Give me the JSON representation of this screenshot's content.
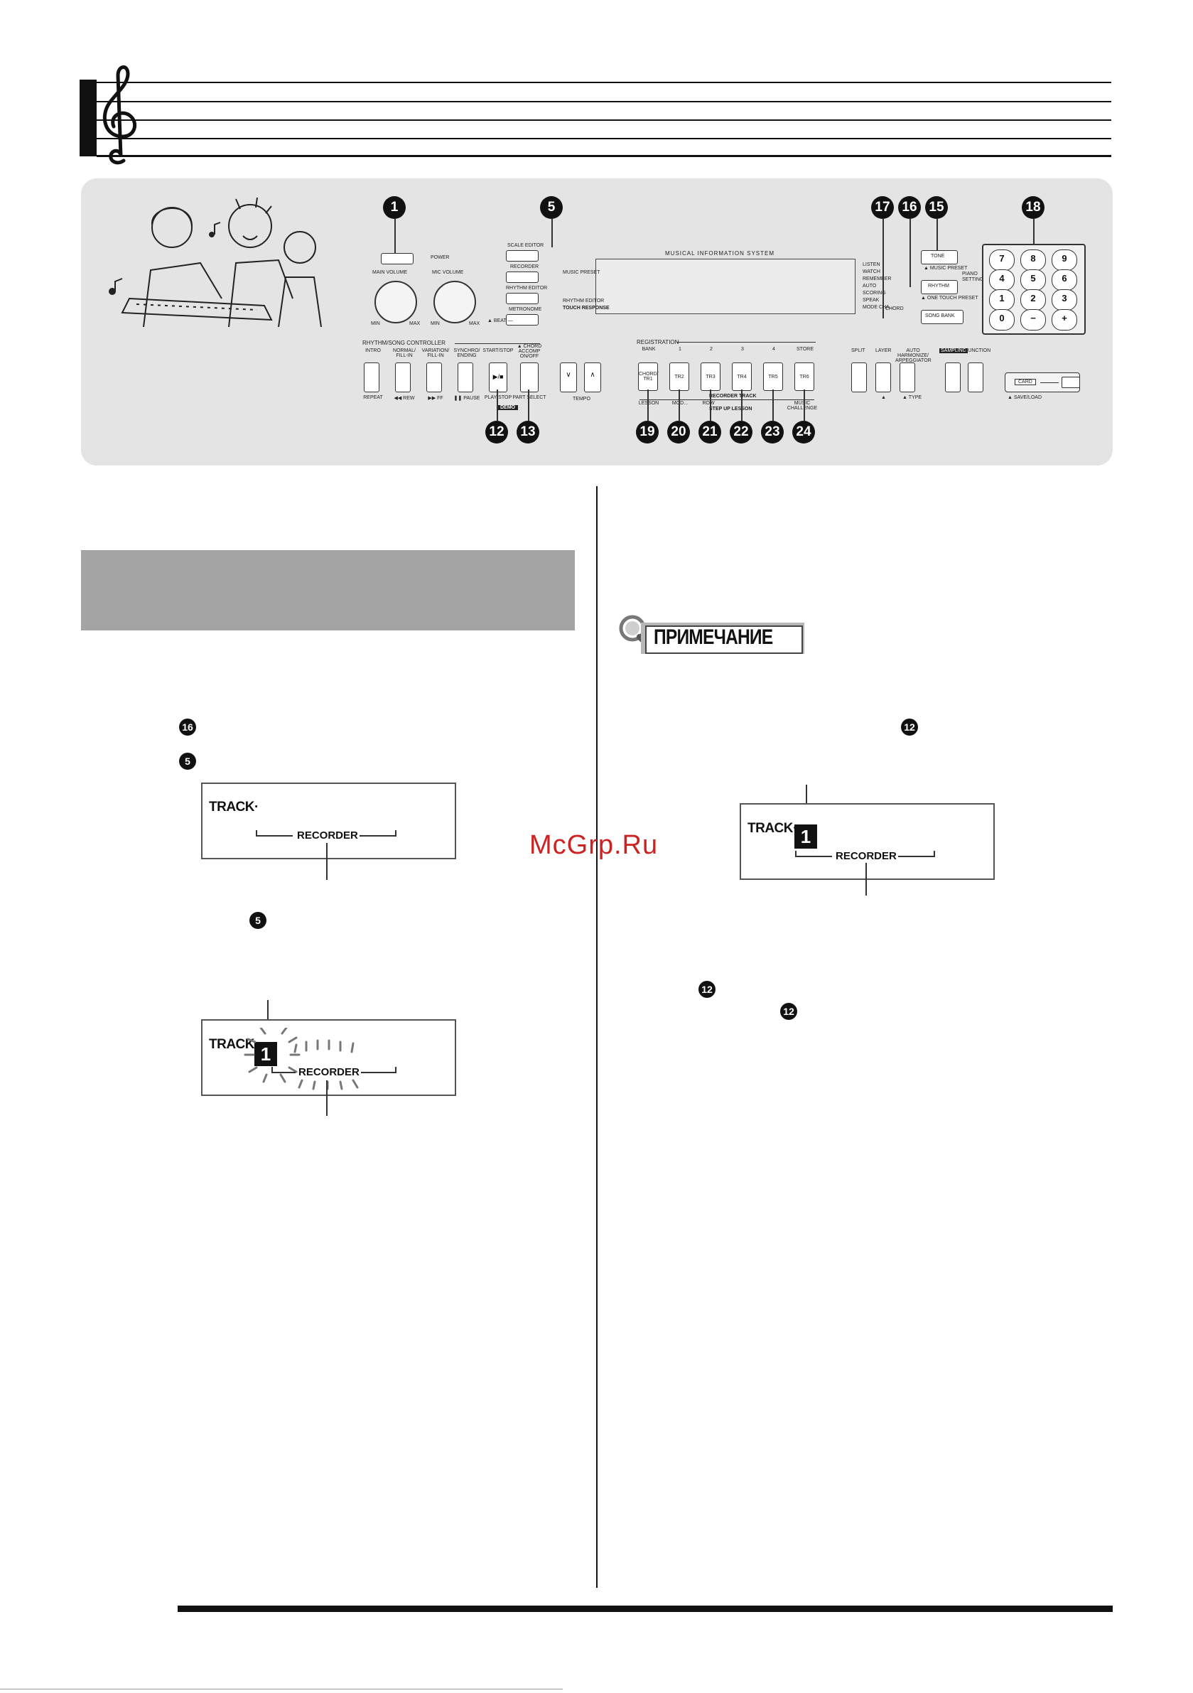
{
  "panel": {
    "callouts_top": [
      "1",
      "5",
      "17",
      "16",
      "15",
      "18"
    ],
    "callouts_bottom": [
      "12",
      "13",
      "19",
      "20",
      "21",
      "22",
      "23",
      "24"
    ],
    "power_label": "POWER",
    "main_volume": "MAIN VOLUME",
    "mic_volume": "MIC VOLUME",
    "min_label": "MIN",
    "max_label": "MAX",
    "editor_buttons": [
      "SCALE EDITOR",
      "RECORDER",
      "RHYTHM EDITOR",
      "METRONOME"
    ],
    "beat_label": "▲ BEAT —",
    "screen_title": "MUSICAL INFORMATION SYSTEM",
    "screen_left": [
      "MUSIC PRESET",
      "RHYTHM EDITOR",
      "TOUCH RESPONSE"
    ],
    "screen_right": [
      "LISTEN",
      "WATCH",
      "REMEMBER",
      "AUTO",
      "SCORING",
      "SPEAK",
      "MODE CHA...",
      "CHORD"
    ],
    "tone_label": "TONE",
    "music_preset_label": "▲ MUSIC PRESET",
    "rhythm_label": "RHYTHM",
    "one_touch_preset": "▲ ONE TOUCH PRESET",
    "song_bank_label": "SONG BANK",
    "piano_settings": "PIANO SETTINGS",
    "keypad": [
      "7",
      "8",
      "9",
      "4",
      "5",
      "6",
      "1",
      "2",
      "3",
      "0",
      "−",
      "+"
    ],
    "rhythm_controller": "RHYTHM/SONG CONTROLLER",
    "controller_top": [
      "INTRO",
      "NORMAL/ FILL-IN",
      "VARIATION/ FILL-IN",
      "SYNCHRO/ ENDING",
      "START/STOP",
      "▲ CHORD ACCOMP ON/OFF"
    ],
    "controller_bottom": [
      "REPEAT",
      "◀◀ REW",
      "▶▶ FF",
      "❚❚ PAUSE",
      "PLAY/STOP",
      "PART SELECT"
    ],
    "demo_label": "DEMO",
    "tempo_label": "TEMPO",
    "registration": "REGISTRATION",
    "registration_top": [
      "BANK",
      "1",
      "2",
      "3",
      "4",
      "STORE"
    ],
    "track_buttons": [
      "CHORD/ TR1",
      "TR2",
      "TR3",
      "TR4",
      "TR5",
      "TR6"
    ],
    "registration_bottom": [
      "LESSON",
      "MOD...",
      "ROW",
      "RECORDER TRACK",
      "STEP UP LESSON",
      "MUSIC CHALLENGE"
    ],
    "right_group_top": [
      "SPLIT",
      "LAYER",
      "AUTO HARMONIZE/ ARPEGGIATOR",
      "SAMPLING",
      "FUNCTION"
    ],
    "right_group_bottom": [
      "▲",
      "▲ TYPE",
      "▲ SAVE/LOAD"
    ],
    "card_label": "CARD"
  },
  "body": {
    "left_refs": [
      "16",
      "5",
      "5"
    ],
    "lcd1": {
      "track": "TRACK·",
      "recorder": "RECORDER"
    },
    "lcd2": {
      "track": "TRACK·",
      "digit": "1",
      "recorder": "RECORDER"
    },
    "watermark": "McGrp.Ru",
    "note_label": "ПРИМЕЧАНИЕ",
    "right_refs": [
      "12",
      "12",
      "12"
    ],
    "lcd3": {
      "track": "TRACK·",
      "digit": "1",
      "recorder": "RECORDER"
    }
  }
}
